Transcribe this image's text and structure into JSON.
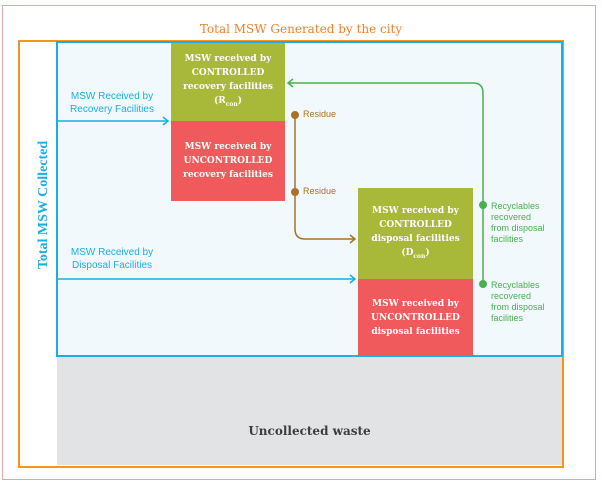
{
  "title": "Total MSW Generated by the city",
  "collected_label": "Total MSW Collected",
  "uncollected_label": "Uncollected waste",
  "colors": {
    "controlled": "#a8b939",
    "uncontrolled": "#f05a5c",
    "collected": "#1aaee5",
    "generated": "#f7941d",
    "residue": "#a87227",
    "recyclables": "#4caf50",
    "uncollected": "#e2e3e5"
  },
  "flows": {
    "recovery_in": "MSW Received by Recovery Facilities",
    "disposal_in": "MSW Received by Disposal Facilities",
    "residue_1": "Residue",
    "residue_2": "Residue",
    "recyclables_1": "Recyclables recovered from disposal facilities",
    "recyclables_2": "Recyclables recovered from disposal facilities"
  },
  "boxes": {
    "controlled_recovery": "MSW received by CONTROLLED recovery facilities (R",
    "controlled_recovery_sub": "con",
    "uncontrolled_recovery": "MSW received by UNCONTROLLED recovery facilities",
    "controlled_disposal": "MSW received by CONTROLLED disposal facilities (D",
    "controlled_disposal_sub": "con",
    "uncontrolled_disposal": "MSW received by UNCONTROLLED disposal facilities"
  }
}
